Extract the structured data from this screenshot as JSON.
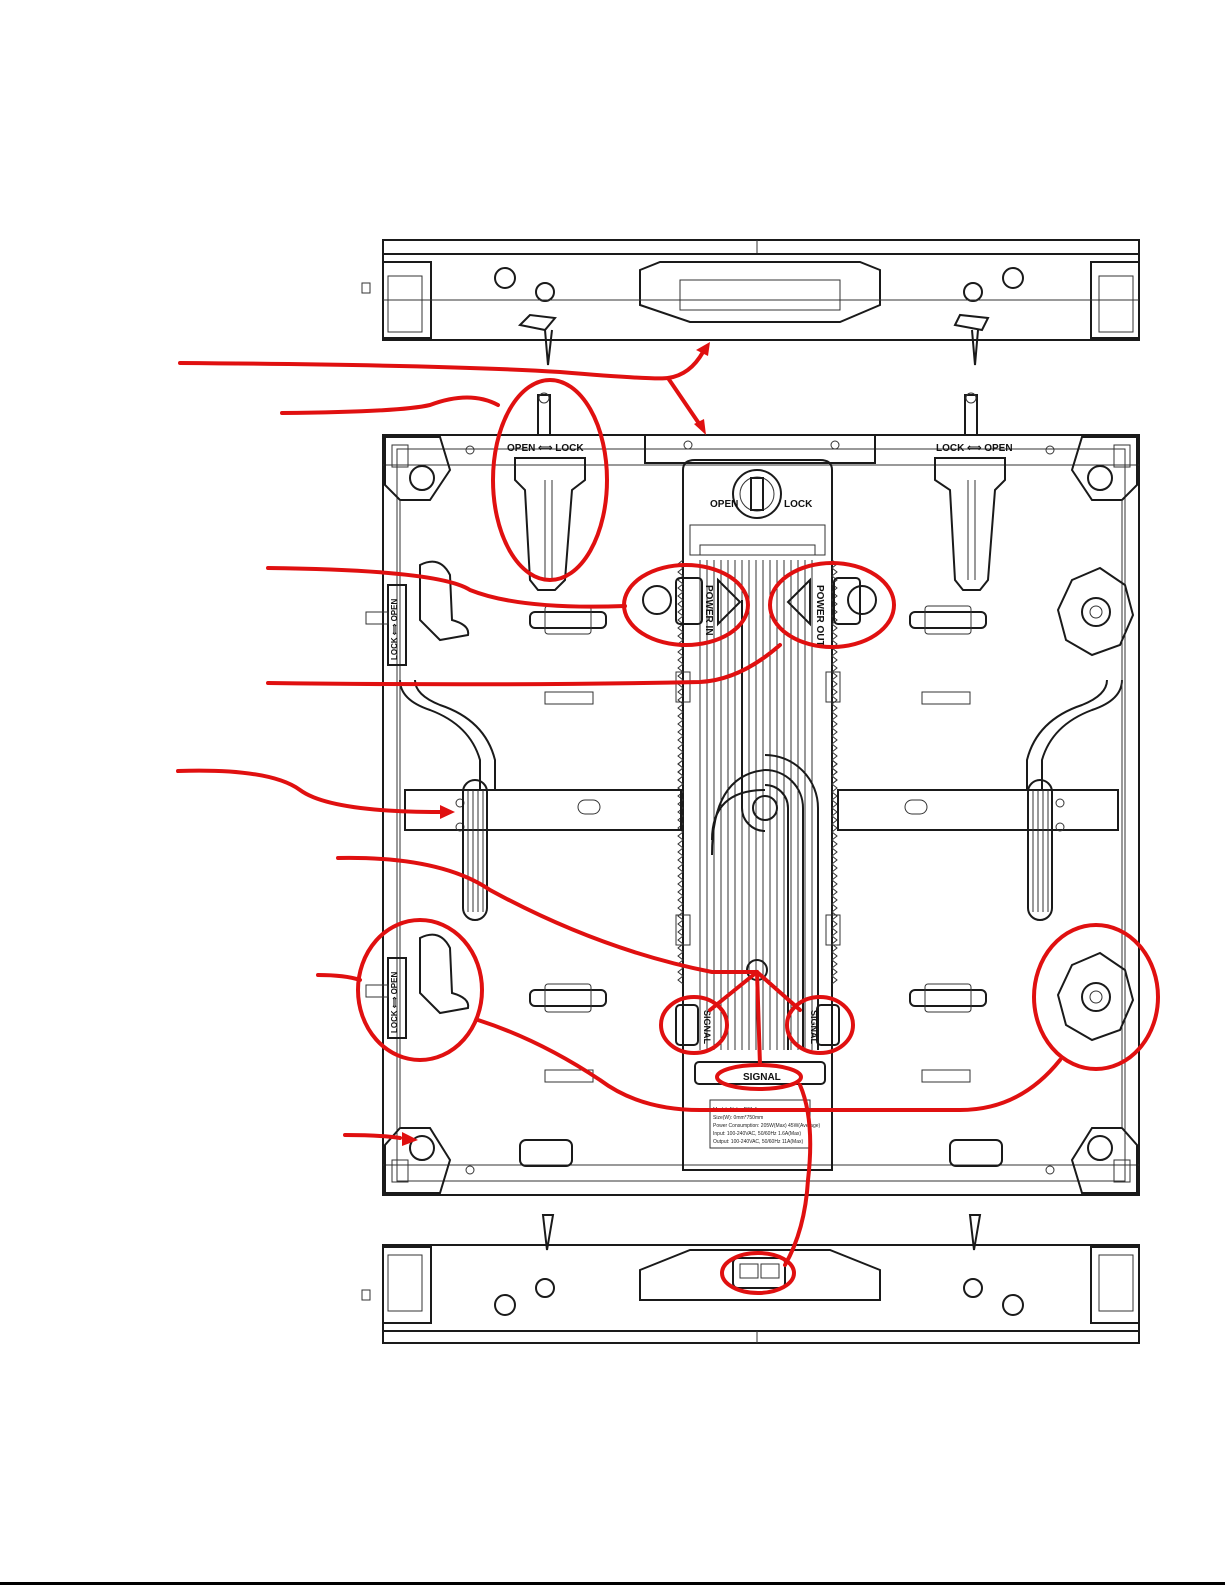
{
  "labels": {
    "open_lock_left": "OPEN ⟺ LOCK",
    "lock_open_right": "LOCK ⟺ OPEN",
    "knob_open": "OPEN",
    "knob_lock": "LOCK",
    "power_in": "POWER IN",
    "power_out": "POWER OUT",
    "signal_left": "SIGNAL",
    "signal_right": "SIGNAL",
    "signal_bottom": "SIGNAL",
    "side_lock_upper": "LOCK ⟺ OPEN",
    "side_lock_lower": "LOCK ⟺ OPEN"
  },
  "nameplate": {
    "lines": [
      "Model: Alpha-D01.4",
      "Size(W): 0mm*750mm",
      "Power Consumption: 205W(Max) 45W(Average)",
      "Input: 100-240VAC, 50/60Hz 1.6A(Max)",
      "Output: 100-240VAC, 50/60Hz 11A(Max)"
    ]
  },
  "colors": {
    "callout": "#e01010",
    "drawing": "#1a1a1a",
    "background": "#ffffff"
  }
}
